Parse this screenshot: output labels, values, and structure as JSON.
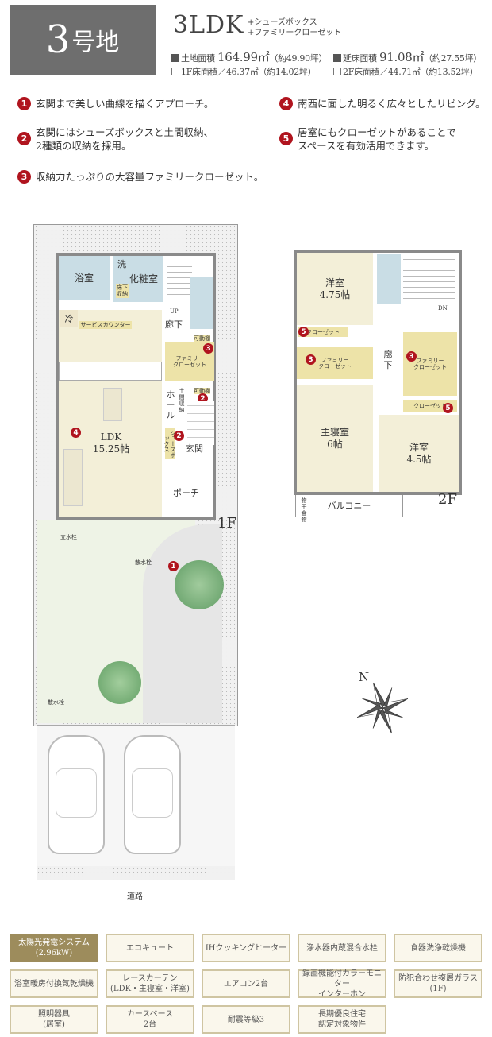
{
  "header": {
    "lot_number": "3",
    "lot_suffix": "号地",
    "layout": "3LDK",
    "extras": [
      "+シューズボックス",
      "+ファミリークローゼット"
    ],
    "areas": [
      {
        "label": "土地面積",
        "value": "164.99㎡",
        "note": "（約49.90坪）",
        "marker": "filled"
      },
      {
        "label": "延床面積",
        "value": "91.08㎡",
        "note": "（約27.55坪）",
        "marker": "filled"
      },
      {
        "label": "1F床面積／46.37㎡",
        "note": "（約14.02坪）",
        "marker": "empty"
      },
      {
        "label": "2F床面積／44.71㎡",
        "note": "（約13.52坪）",
        "marker": "empty"
      }
    ]
  },
  "features": [
    {
      "num": "1",
      "text": "玄関まで美しい曲線を描くアプローチ。"
    },
    {
      "num": "2",
      "text": "玄関にはシューズボックスと土間収納、\n2種類の収納を採用。"
    },
    {
      "num": "3",
      "text": "収納力たっぷりの大容量ファミリークローゼット。"
    },
    {
      "num": "4",
      "text": "南西に面した明るく広々としたリビング。"
    },
    {
      "num": "5",
      "text": "居室にもクローゼットがあることで\nスペースを有効活用できます。"
    }
  ],
  "floor1": {
    "label": "1F",
    "bath": "浴室",
    "wash": "洗",
    "vanity": "化粧室",
    "underfloor": "床下\n収納",
    "fridge": "冷",
    "counter": "サービスカウンター",
    "hall_corridor": "廊下",
    "up": "UP",
    "movable_shelf": "可動棚",
    "family_closet": "ファミリー\nクローゼット",
    "hall": "ホール",
    "doma_storage": "土間収納",
    "shoebox": "シューズボックス",
    "entrance": "玄関",
    "ldk": "LDK",
    "ldk_size": "15.25帖",
    "porch": "ポーチ"
  },
  "floor2": {
    "label": "2F",
    "room1": "洋室",
    "room1_size": "4.75帖",
    "closet": "クローゼット",
    "family_closet": "ファミリー\nクローゼット",
    "corridor": "廊下",
    "dn": "DN",
    "master": "主寝室",
    "master_size": "6帖",
    "room2": "洋室",
    "room2_size": "4.5帖",
    "balcony": "バルコニー",
    "laundry_hardware": "物干金物"
  },
  "site": {
    "faucet": "立水栓",
    "sprinkler": "散水栓",
    "road": "道路",
    "north": "N"
  },
  "amenities": [
    {
      "text": "太陽光発電システム\n(2.96kW)",
      "highlight": true
    },
    {
      "text": "エコキュート"
    },
    {
      "text": "IHクッキングヒーター"
    },
    {
      "text": "浄水器内蔵混合水栓"
    },
    {
      "text": "食器洗浄乾燥機"
    },
    {
      "text": "浴室暖房付換気乾燥機"
    },
    {
      "text": "レースカーテン\n(LDK・主寝室・洋室)"
    },
    {
      "text": "エアコン2台"
    },
    {
      "text": "録画機能付カラーモニター\nインターホン"
    },
    {
      "text": "防犯合わせ複層ガラス\n(1F)"
    },
    {
      "text": "照明器具\n(居室)"
    },
    {
      "text": "カースペース\n2台"
    },
    {
      "text": "耐震等級3"
    },
    {
      "text": "長期優良住宅\n認定対象物件"
    }
  ],
  "colors": {
    "lot_badge": "#6e6e6e",
    "marker": "#b0141e",
    "amenity_highlight": "#9d8c5c",
    "amenity_border": "#cfc5a2",
    "ldk_floor": "#f3efd8",
    "wet_area": "#c9dde5",
    "closet": "#ede3a8",
    "lawn": "#eef3e6"
  }
}
